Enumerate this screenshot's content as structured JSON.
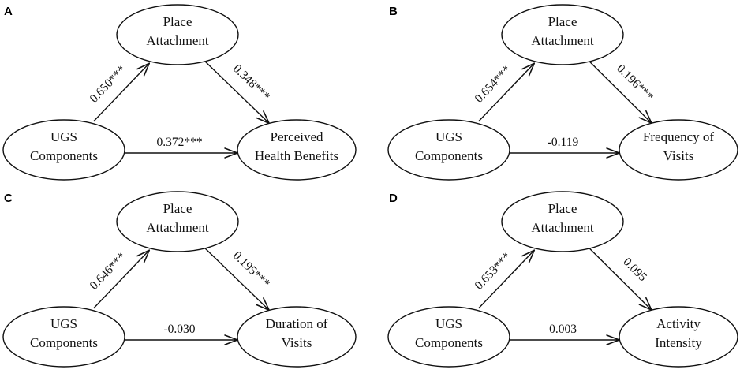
{
  "panels": [
    {
      "letter": "A",
      "nodes": {
        "mediator": [
          "Place",
          "Attachment"
        ],
        "source": [
          "UGS",
          "Components"
        ],
        "outcome": [
          "Perceived",
          "Health Benefits"
        ]
      },
      "paths": {
        "a": "0.650***",
        "b": "0.348***",
        "c": "0.372***"
      }
    },
    {
      "letter": "B",
      "nodes": {
        "mediator": [
          "Place",
          "Attachment"
        ],
        "source": [
          "UGS",
          "Components"
        ],
        "outcome": [
          "Frequency of",
          "Visits"
        ]
      },
      "paths": {
        "a": "0.654***",
        "b": "0.196***",
        "c": "-0.119"
      }
    },
    {
      "letter": "C",
      "nodes": {
        "mediator": [
          "Place",
          "Attachment"
        ],
        "source": [
          "UGS",
          "Components"
        ],
        "outcome": [
          "Duration of",
          "Visits"
        ]
      },
      "paths": {
        "a": "0.646***",
        "b": "0.195***",
        "c": "-0.030"
      }
    },
    {
      "letter": "D",
      "nodes": {
        "mediator": [
          "Place",
          "Attachment"
        ],
        "source": [
          "UGS",
          "Components"
        ],
        "outcome": [
          "Activity",
          "Intensity"
        ]
      },
      "paths": {
        "a": "0.653***",
        "b": "0.095",
        "c": "0.003"
      }
    }
  ]
}
